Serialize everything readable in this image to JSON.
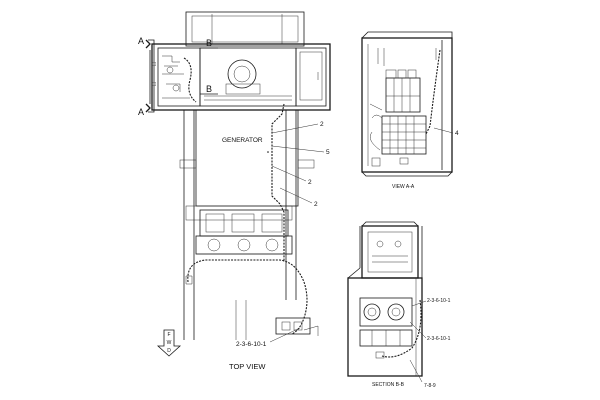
{
  "section_markers": {
    "a_letter": "A",
    "b_letter": "B"
  },
  "generator_label": "GENERATOR",
  "callouts": {
    "top_view": [
      "2",
      "5",
      "2",
      "2"
    ],
    "view_aa": "4",
    "section_bb": [
      "2-3-6-10-1",
      "2-3-6-10-1",
      "7-8-9"
    ],
    "top_view_bottom": "2-3-6-10-1"
  },
  "view_titles": {
    "top": "TOP VIEW",
    "view_aa": "VIEW  A-A",
    "section_bb": "SECTION  B-B"
  },
  "fwd_arrow": {
    "letters": [
      "F",
      "W",
      "D"
    ]
  }
}
